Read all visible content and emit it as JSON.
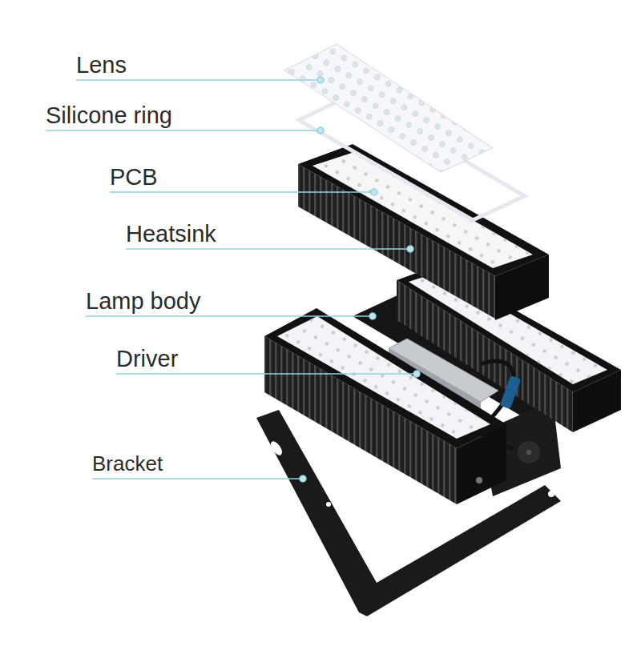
{
  "diagram": {
    "labels": [
      "Lens",
      "Silicone ring",
      "PCB",
      "Heatsink",
      "Lamp body",
      "Driver",
      "Bracket"
    ]
  }
}
